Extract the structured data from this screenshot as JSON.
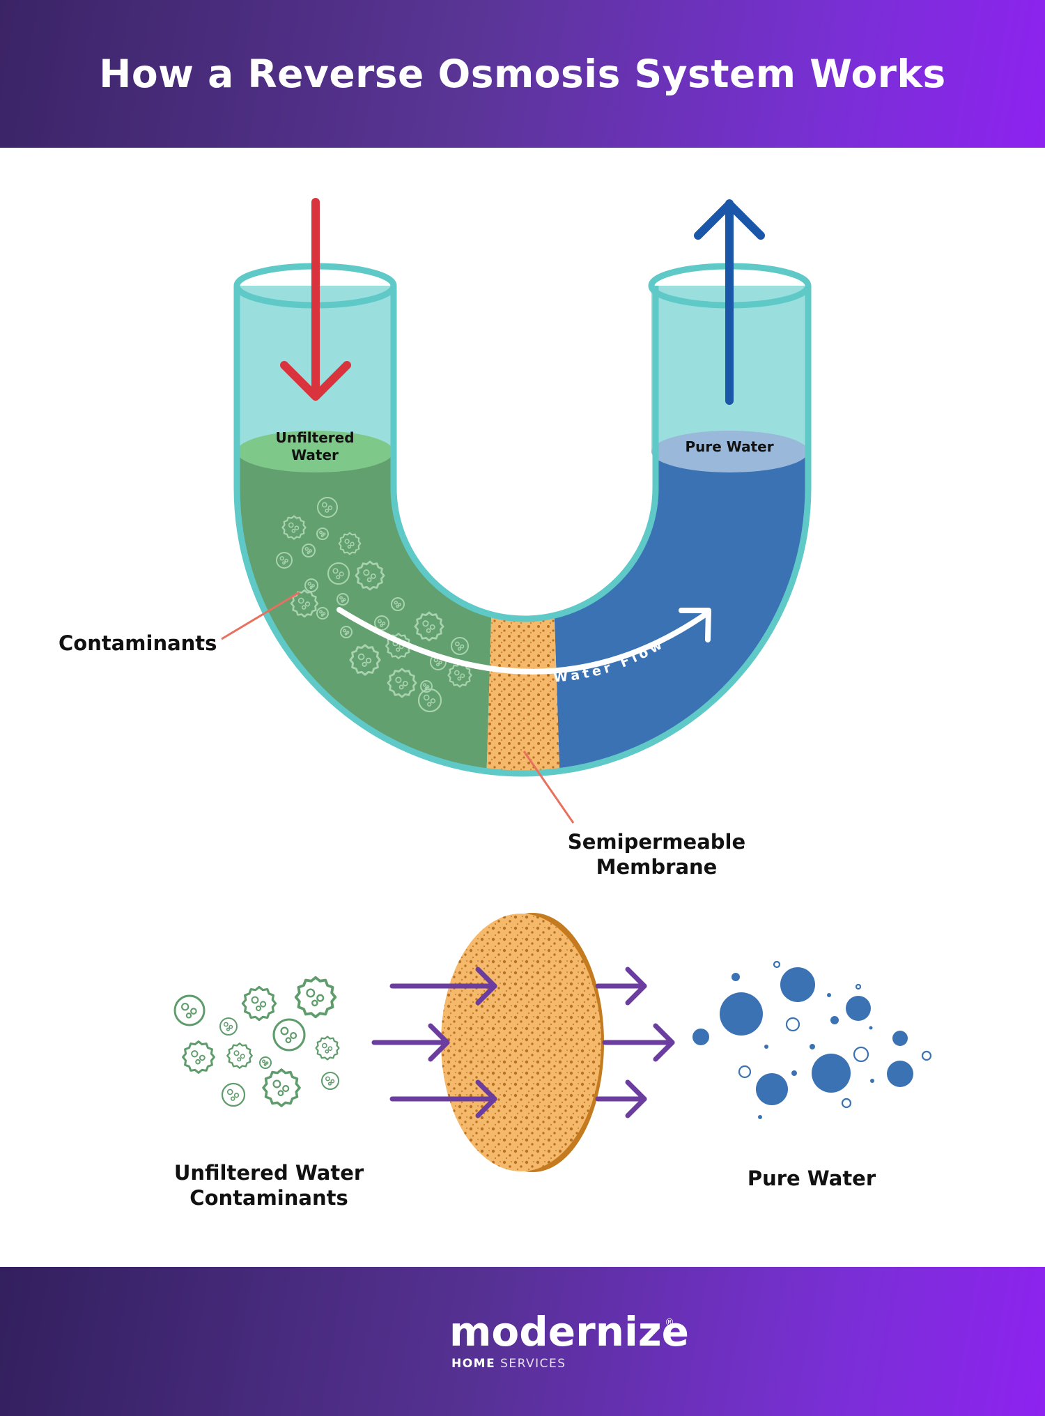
{
  "title": "How a Reverse Osmosis System Works",
  "labels": {
    "unfiltered_water_line1": "Unfiltered",
    "unfiltered_water_line2": "Water",
    "pure_water_top": "Pure Water",
    "water_flow": "Water Flow",
    "contaminants": "Contaminants",
    "membrane_line1": "Semipermeable",
    "membrane_line2": "Membrane",
    "bottom_left_line1": "Unfiltered Water",
    "bottom_left_line2": "Contaminants",
    "bottom_right": "Pure Water"
  },
  "brand": {
    "name": "modernize",
    "registered": "®",
    "sub_bold": "HOME",
    "sub_light": "SERVICES"
  },
  "colors": {
    "header_gradient_start": "#3b2466",
    "header_gradient_end": "#8e22f0",
    "tube_outline": "#5fc9c8",
    "tube_glass": "#9adfdd",
    "unfiltered_water": "#63a06f",
    "unfiltered_surface": "#7ec88a",
    "pure_water": "#3b72b3",
    "pure_surface": "#9ab8da",
    "membrane": "#f4b96a",
    "membrane_dots": "#b96f24",
    "inflow_arrow": "#d9343e",
    "outflow_arrow": "#1b57a8",
    "flow_arrows": "#6a3d9e",
    "leader_lines": "#e8705e",
    "contaminant": "#5f9c6c",
    "pure_droplet": "#3b72b3"
  },
  "icons": {
    "inflow": "arrow-down-icon",
    "outflow": "arrow-up-icon",
    "flow": "curved-arrow-icon",
    "contaminant": "microbe-icon",
    "droplet": "water-droplet-icon",
    "logo": "house-logo-icon"
  }
}
